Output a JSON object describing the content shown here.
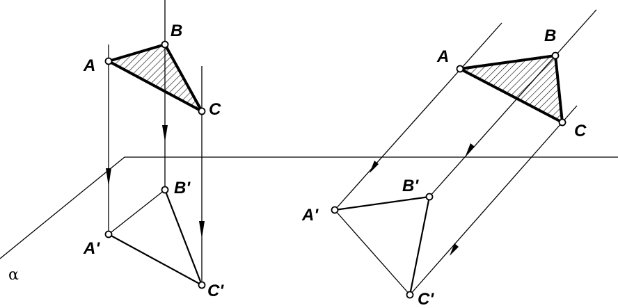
{
  "figures": {
    "plane_label": "α",
    "left": {
      "labels": {
        "A": "A",
        "B": "B",
        "C": "C",
        "A_prime": "A'",
        "B_prime": "B'",
        "C_prime": "C'"
      }
    },
    "right": {
      "labels": {
        "A": "A",
        "B": "B",
        "C": "C",
        "A_prime": "A'",
        "B_prime": "B'",
        "C_prime": "C'"
      }
    }
  },
  "colors": {
    "ink": "#000000",
    "paper": "#ffffff"
  }
}
